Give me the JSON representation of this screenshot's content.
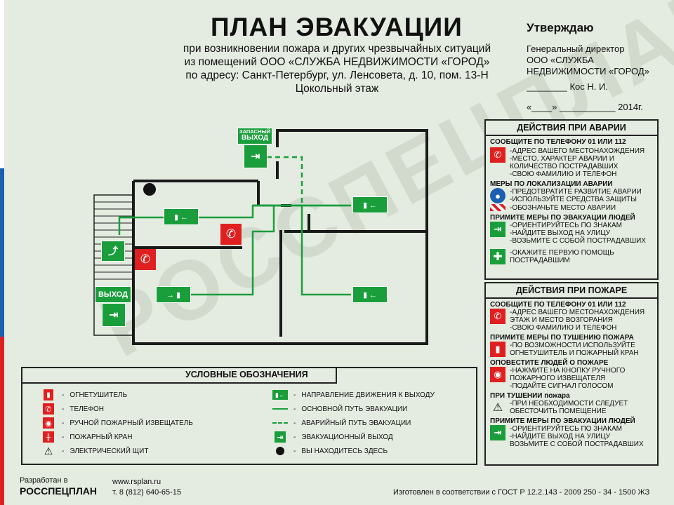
{
  "header": {
    "title": "ПЛАН ЭВАКУАЦИИ",
    "subtitle_lines": [
      "при возникновении пожара и других чрезвычайных ситуаций",
      "из помещений ООО «СЛУЖБА НЕДВИЖИМОСТИ «ГОРОД»",
      "по адресу: Санкт-Петербург, ул. Ленсовета, д. 10, пом. 13-Н",
      "Цокольный этаж"
    ]
  },
  "approval": {
    "heading": "Утверждаю",
    "line1": "Генеральный директор",
    "line2": "ООО «СЛУЖБА",
    "line3": "НЕДВИЖИМОСТИ «ГОРОД»",
    "signature": "________ Кос Н. И.",
    "date": "«____»  ___________ 2014г."
  },
  "plan": {
    "spare_exit_line1": "ЗАПАСНЫЙ",
    "spare_exit_line2": "ВЫХОД",
    "exit_label": "ВЫХОД"
  },
  "accident_panel": {
    "title": "ДЕЙСТВИЯ ПРИ АВАРИИ",
    "sections": [
      {
        "heading": "СООБЩИТЕ ПО ТЕЛЕФОНУ  01 ИЛИ 112",
        "items": [
          {
            "icon": "phone-icon",
            "lines": [
              "-АДРЕС ВАШЕГО МЕСТОНАХОЖДЕНИЯ",
              "-МЕСТО, ХАРАКТЕР АВАРИИ И",
              "КОЛИЧЕСТВО ПОСТРАДАВШИХ",
              "-СВОЮ ФАМИЛИЮ И ТЕЛЕФОН"
            ]
          }
        ]
      },
      {
        "heading": "МЕРЫ ПО ЛОКАЛИЗАЦИИ АВАРИИ",
        "items": [
          {
            "icon": "protection-icon",
            "lines": [
              "-ПРЕДОТВРАТИТЕ РАЗВИТИЕ АВАРИИ",
              "-ИСПОЛЬЗУЙТЕ СРЕДСТВА ЗАЩИТЫ"
            ]
          },
          {
            "icon": "hazard-stripe-icon",
            "lines": [
              "-ОБОЗНАЧЬТЕ МЕСТО АВАРИИ"
            ]
          }
        ]
      },
      {
        "heading": "ПРИМИТЕ МЕРЫ ПО ЭВАКУАЦИИ ЛЮДЕЙ",
        "items": [
          {
            "icon": "evacuation-exit-icon",
            "lines": [
              "-ОРИЕНТИРУЙТЕСЬ ПО ЗНАКАМ",
              "-НАЙДИТЕ ВЫХОД НА УЛИЦУ",
              "-ВОЗЬМИТЕ С СОБОЙ ПОСТРАДАВШИХ"
            ]
          },
          {
            "icon": "first-aid-icon",
            "lines": [
              "-ОКАЖИТЕ ПЕРВУЮ ПОМОЩЬ",
              "ПОСТРАДАВШИМ"
            ]
          }
        ]
      }
    ]
  },
  "fire_panel": {
    "title": "ДЕЙСТВИЯ ПРИ ПОЖАРЕ",
    "sections": [
      {
        "heading": "СООБЩИТЕ ПО ТЕЛЕФОНУ  01 ИЛИ 112",
        "items": [
          {
            "icon": "phone-icon",
            "lines": [
              "-АДРЕС ВАШЕГО МЕСТОНАХОЖДЕНИЯ",
              "ЭТАЖ И МЕСТО ВОЗГОРАНИЯ",
              "-СВОЮ ФАМИЛИЮ И  ТЕЛЕФОН"
            ]
          }
        ]
      },
      {
        "heading": "ПРИМИТЕ МЕРЫ ПО ТУШЕНИЮ ПОЖАРА",
        "items": [
          {
            "icon": "extinguisher-icon",
            "lines": [
              "-ПО ВОЗМОЖНОСТИ ИСПОЛЬЗУЙТЕ",
              "ОГНЕТУШИТЕЛЬ И ПОЖАРНЫЙ КРАН"
            ]
          }
        ]
      },
      {
        "heading": "ОПОВЕСТИТЕ ЛЮДЕЙ О ПОЖАРЕ",
        "items": [
          {
            "icon": "fire-alarm-icon",
            "lines": [
              "-НАЖМИТЕ НА КНОПКУ РУЧНОГО",
              "ПОЖАРНОГО ИЗВЕЩАТЕЛЯ",
              "-ПОДАЙТЕ СИГНАЛ ГОЛОСОМ"
            ]
          }
        ]
      },
      {
        "heading": "ПРИ ТУШЕНИИ пожара",
        "items": [
          {
            "icon": "electric-hazard-icon",
            "lines": [
              "-ПРИ НЕОБХОДИМОСТИ СЛЕДУЕТ",
              "ОБЕСТОЧИТЬ ПОМЕЩЕНИЕ"
            ]
          }
        ]
      },
      {
        "heading": "ПРИМИТЕ МЕРЫ ПО ЭВАКУАЦИИ ЛЮДЕЙ",
        "items": [
          {
            "icon": "evacuation-exit-icon",
            "lines": [
              "-ОРИЕНТИРУЙТЕСЬ ПО ЗНАКАМ",
              "-НАЙДИТЕ ВЫХОД НА УЛИЦУ",
              "ВОЗЬМИТЕ С СОБОЙ ПОСТРАДАВШИХ"
            ]
          }
        ]
      }
    ]
  },
  "legend": {
    "title": "УСЛОВНЫЕ ОБОЗНАЧЕНИЯ",
    "left": [
      {
        "icon": "extinguisher-icon",
        "label": "ОГНЕТУШИТЕЛЬ"
      },
      {
        "icon": "phone-icon",
        "label": "ТЕЛЕФОН"
      },
      {
        "icon": "fire-alarm-icon",
        "label": "РУЧНОЙ ПОЖАРНЫЙ ИЗВЕЩАТЕЛЬ"
      },
      {
        "icon": "fire-hydrant-icon",
        "label": "ПОЖАРНЫЙ КРАН"
      },
      {
        "icon": "electric-hazard-icon",
        "label": "ЭЛЕКТРИЧЕСКИЙ ЩИТ"
      }
    ],
    "right": [
      {
        "icon": "direction-arrow-icon",
        "label": "НАПРАВЛЕНИЕ ДВИЖЕНИЯ К ВЫХОДУ"
      },
      {
        "icon": "solid-line-icon",
        "label": "ОСНОВНОЙ ПУТЬ ЭВАКУАЦИИ"
      },
      {
        "icon": "dashed-line-icon",
        "label": "АВАРИЙНЫЙ ПУТЬ ЭВАКУАЦИИ"
      },
      {
        "icon": "evacuation-exit-icon",
        "label": "ЭВАКУАЦИОННЫЙ ВЫХОД"
      },
      {
        "icon": "you-are-here-icon",
        "label": "ВЫ НАХОДИТЕСЬ ЗДЕСЬ"
      }
    ],
    "dash": "-"
  },
  "footer": {
    "dev_label": "Разработан в",
    "brand": "РОССПЕЦПЛАН",
    "site": "www.rsplan.ru",
    "phone": "т. 8 (812) 640-65-15",
    "standard": "Изготовлен в соответствии с ГОСТ Р 12.2.143 - 2009 250 - 34 - 1500 ЖЗ"
  },
  "watermark": "РОССПЕЦПЛАН",
  "colors": {
    "green": "#1a9e3c",
    "red": "#e02020",
    "blue": "#1b5fb0"
  }
}
